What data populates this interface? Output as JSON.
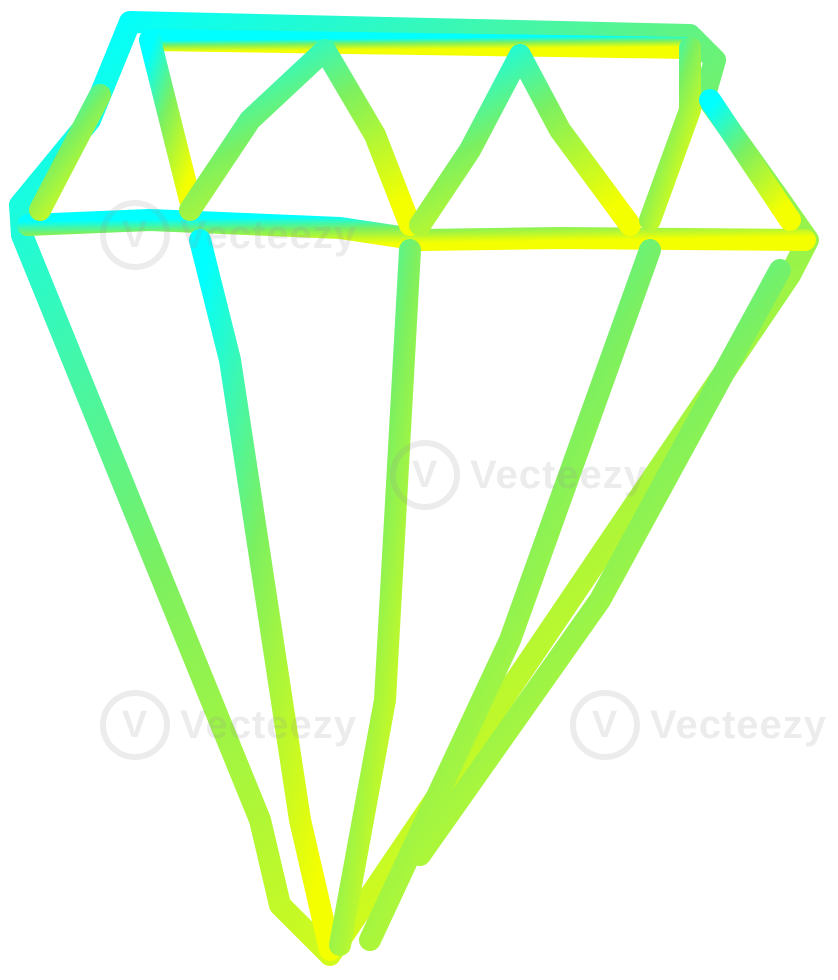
{
  "artwork": {
    "subject": "diamond-drawing",
    "gradient": {
      "start_color": "#00ffff",
      "mid_color": "#7cf060",
      "end_color": "#f4ff00"
    },
    "stroke_color_outline": "#4ff59a"
  },
  "watermark": {
    "text": "Vecteezy",
    "logo_glyph": "V"
  }
}
